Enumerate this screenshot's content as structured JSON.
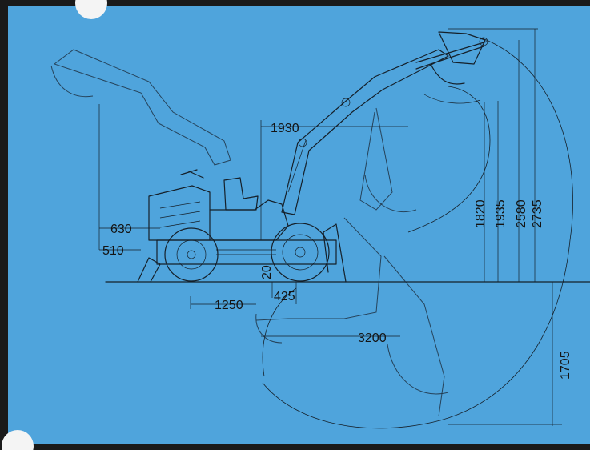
{
  "colors": {
    "paper": "#4fa4dc",
    "frame": "#1a1a1a",
    "ink": "#141414"
  },
  "dimensions": {
    "reach_top": "1930",
    "dump_height_630": "630",
    "clearance_510": "510",
    "ground_clearance_20": "20",
    "offset_425": "425",
    "wheelbase_1250": "1250",
    "reach_3200": "3200",
    "height_1820": "1820",
    "height_1935": "1935",
    "height_2580": "2580",
    "height_2735": "2735",
    "dig_depth_1705": "1705"
  }
}
